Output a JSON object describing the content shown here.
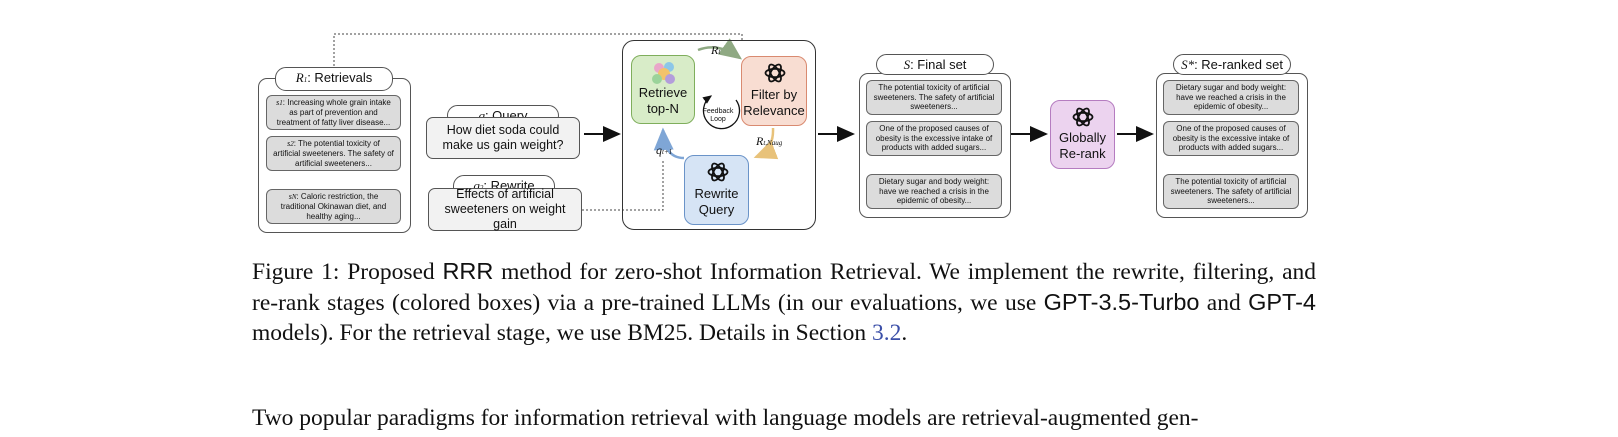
{
  "retrievals": {
    "title_var": "R",
    "title_sub": "1",
    "title_text": ": Retrievals",
    "items": [
      {
        "var": "s",
        "sub": "1",
        "text": ": Increasing whole grain intake as part of prevention and treatment of fatty liver disease..."
      },
      {
        "var": "s",
        "sub": "2",
        "text": ": The potential toxicity of artificial sweeteners. The safety of artificial sweeteners..."
      },
      {
        "var": "s",
        "sub": "N",
        "text": ": Caloric restriction, the traditional Okinawan diet, and healthy aging..."
      }
    ]
  },
  "query": {
    "label_var": "q",
    "label_text": ": Query",
    "text": "How diet soda could make us gain weight?"
  },
  "rewrite": {
    "label_var": "q",
    "label_sub": "2",
    "label_text": ": Rewrite",
    "text": "Effects of artificial sweeteners on weight gain"
  },
  "loop": {
    "retrieve": "Retrieve top-N",
    "filter": "Filter by Relevance",
    "rewrite_query": "Rewrite Query",
    "feedback": "Feedback Loop",
    "label_rt": "R",
    "label_rt_sub": "t",
    "label_rtn": "R",
    "label_rtn_sub": "t,Naug",
    "label_q": "q",
    "label_q_sub": "t+1"
  },
  "final_set": {
    "label_var": "S",
    "label_text": ": Final set",
    "items": [
      "The potential toxicity of artificial sweeteners. The safety of artificial sweeteners...",
      "One of the proposed causes of obesity is the excessive intake of products with added sugars...",
      "Dietary sugar and body weight: have we reached a crisis in the epidemic of obesity..."
    ]
  },
  "rerank": {
    "text": "Globally Re-rank"
  },
  "reranked_set": {
    "label_var": "S*",
    "label_text": ": Re-ranked set",
    "items": [
      "Dietary sugar and body weight: have we reached a crisis in the epidemic of obesity...",
      "One of the proposed causes of obesity is the excessive intake of products with added sugars...",
      "The potential toxicity of artificial sweeteners. The safety of artificial sweeteners..."
    ]
  },
  "caption": {
    "prefix": "Figure 1: Proposed ",
    "method": "RRR",
    "part1": " method for zero-shot Information Retrieval.  We implement the rewrite, filtering, and re-rank stages (colored boxes) via a pre-trained LLMs (in our evaluations, we use ",
    "model1": "GPT-3.5-Turbo",
    "and": " and ",
    "model2": "GPT-4",
    "part2": " models). For the retrieval stage, we use BM25. Details in Section ",
    "section_ref": "3.2",
    "end": "."
  },
  "body_text": "Two popular paradigms for information retrieval with language models are retrieval-augmented gen-",
  "colors": {
    "retrieve_fill": "#d8ecc8",
    "retrieve_border": "#7fae5c",
    "filter_fill": "#f8ddd2",
    "filter_border": "#d98a70",
    "rewrite_fill": "#d6e4f5",
    "rewrite_border": "#6a93c8",
    "rerank_fill": "#ecd3ef",
    "rerank_border": "#b57cc0",
    "arrow_green": "#8fa983",
    "arrow_yellow": "#e8c27a",
    "arrow_blue": "#7fa6d6",
    "link": "#3b4fa8"
  }
}
